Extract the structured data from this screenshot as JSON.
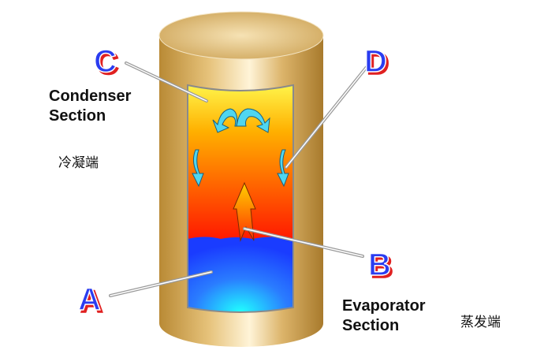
{
  "labels": {
    "A": "A",
    "B": "B",
    "C": "C",
    "D": "D",
    "condenser": [
      "Condenser",
      "Section"
    ],
    "condenser_cn": "冷凝端",
    "evaporator": [
      "Evaporator",
      "Section"
    ],
    "evaporator_cn": "蒸发端"
  },
  "colors": {
    "letter": "#2a3cf0",
    "letter_shadow": "#e02020",
    "cylinder": "#c9a04a",
    "vapor_top": "#ffee00",
    "vapor_bottom": "#ff2a00",
    "liquid": "#1a5cff"
  }
}
